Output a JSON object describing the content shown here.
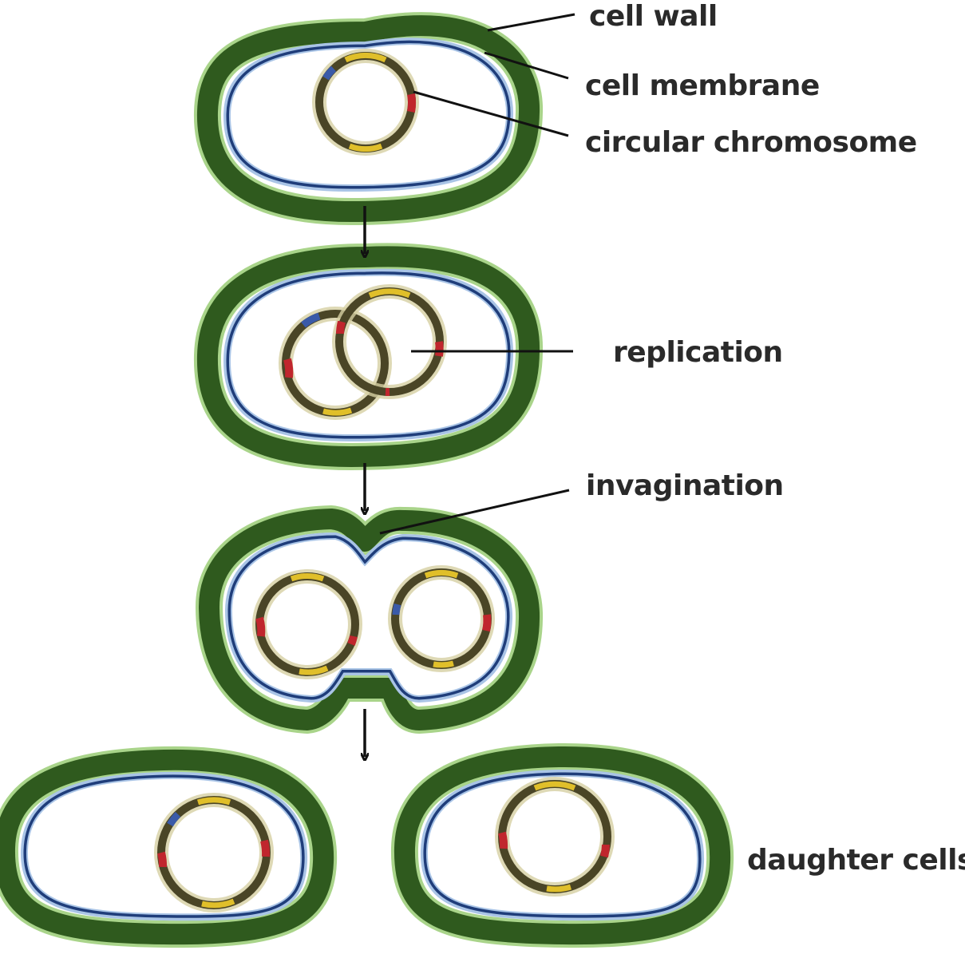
{
  "labels": {
    "cell_wall": "cell wall",
    "cell_membrane": "cell membrane",
    "circular_chromosome": "circular chromosome",
    "replication": "replication",
    "invagination": "invagination",
    "daughter_cells": "daughter cells"
  },
  "colors": {
    "cell_wall": "#2f5a1e",
    "cell_wall_edge": "#a9d48a",
    "cell_membrane": "#1f3d7a",
    "membrane_light": "#a9c4e6",
    "chromosome": "#4a4526",
    "chromosome_halo": "#d6cfa3",
    "marker_red": "#c0262d",
    "marker_yellow": "#e0bf2a",
    "marker_blue": "#3a5aa8",
    "leader_line": "#111111",
    "arrow": "#111111",
    "text": "#2a2a2a"
  }
}
